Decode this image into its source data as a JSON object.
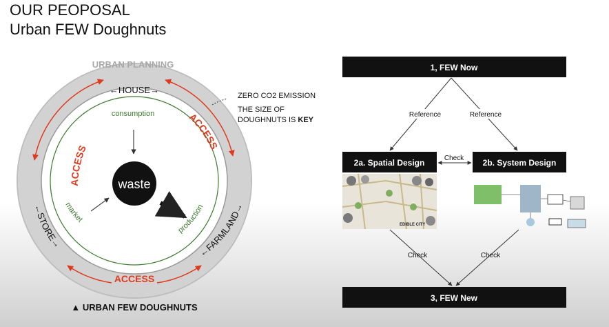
{
  "title": {
    "line1": "OUR PEOPOSAL",
    "line2": "Urban FEW Doughnuts"
  },
  "doughnut": {
    "header": "URBAN PLANNING",
    "house": "←HOUSE→",
    "store": "←STORE→",
    "farmland": "←FARMLAND→",
    "access_left": "ACCESS",
    "access_right": "ACCESS",
    "access_bottom": "ACCESS",
    "consumption": "consumption",
    "market": "market",
    "production": "production",
    "center": "waste",
    "caption": "▲ URBAN FEW DOUGHNUTS"
  },
  "note": {
    "line1": "ZERO CO2 EMISSION",
    "line2": "THE SIZE OF",
    "line3": "DOUGHNUTS IS",
    "key": "KEY"
  },
  "flow": {
    "box1": "1, FEW Now",
    "box2a": "2a. Spatial Design",
    "box2b": "2b. System Design",
    "box3": "3, FEW New",
    "ref_left": "Reference",
    "ref_right": "Reference",
    "check_mid": "Check",
    "check_left": "Check",
    "check_right": "Check",
    "map_label": "EDIBLE CITY"
  },
  "colors": {
    "access_red": "#e03a1e",
    "ring_grey": "#c9c9c9",
    "green_text": "#3c7a2e",
    "box_black": "#111111"
  }
}
